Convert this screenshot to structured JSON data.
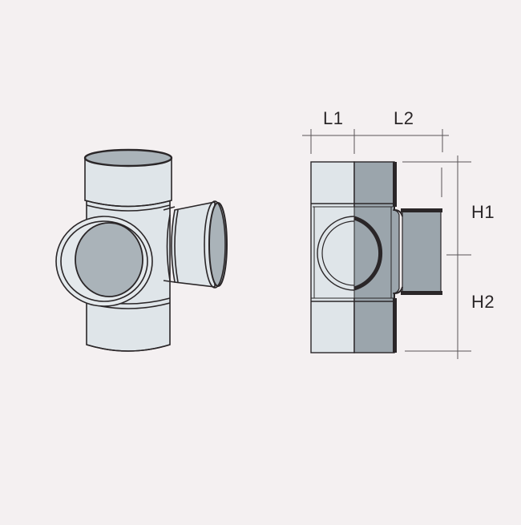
{
  "diagram": {
    "subject": "Double branch tee pipe fitting",
    "views": [
      {
        "name": "perspective-view"
      },
      {
        "name": "elevation-view"
      }
    ],
    "dimensions": {
      "l1": "L1",
      "l2": "L2",
      "h1": "H1",
      "h2": "H2"
    },
    "colors": {
      "background": "#f4f0f1",
      "pipe_light": "#dfe5e9",
      "pipe_dark": "#9ba5ac",
      "outline": "#2a2628",
      "dim_line": "#5a5558"
    }
  }
}
